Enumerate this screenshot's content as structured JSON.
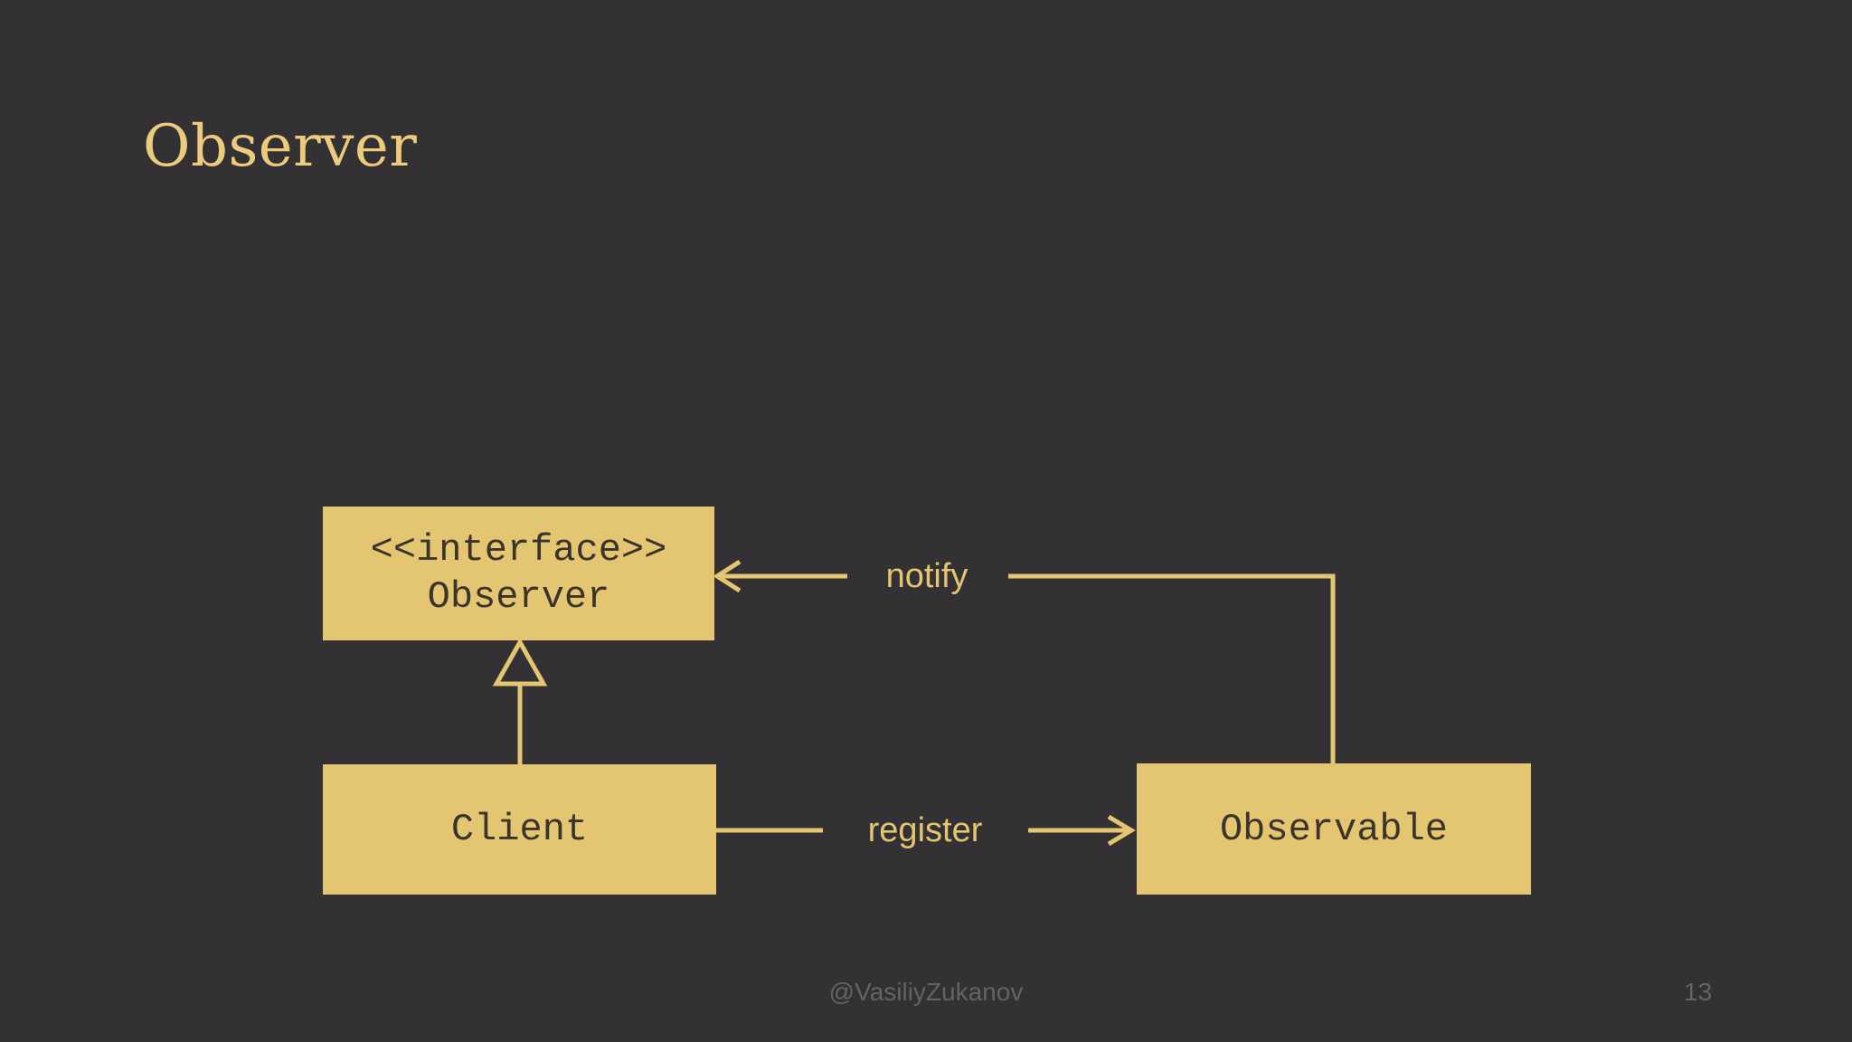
{
  "slide": {
    "title": "Observer",
    "footer": {
      "handle": "@VasiliyZukanov",
      "page_number": "13"
    }
  },
  "diagram": {
    "type": "uml-class-diagram",
    "nodes": [
      {
        "id": "observer-interface",
        "stereotype": "<<interface>>",
        "name": "Observer"
      },
      {
        "id": "client",
        "stereotype": "",
        "name": "Client"
      },
      {
        "id": "observable",
        "stereotype": "",
        "name": "Observable"
      }
    ],
    "edges": [
      {
        "from": "client",
        "to": "observer-interface",
        "type": "implements",
        "label": ""
      },
      {
        "from": "observable",
        "to": "observer-interface",
        "type": "association",
        "label": "notify"
      },
      {
        "from": "client",
        "to": "observable",
        "type": "association",
        "label": "register"
      }
    ]
  },
  "colors": {
    "background": "#333133",
    "accent": "#e4c571",
    "title": "#edcb7d",
    "node_text": "#3a342c",
    "footer": "#646263"
  }
}
